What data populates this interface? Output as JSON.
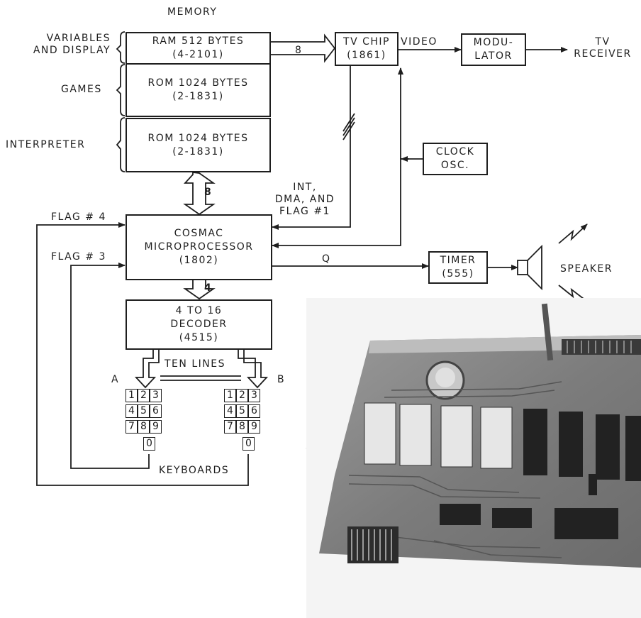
{
  "memory_header": "MEMORY",
  "memory_groups": {
    "variables": [
      "VARIABLES",
      "AND DISPLAY"
    ],
    "games": "GAMES",
    "interpreter": "INTERPRETER"
  },
  "blocks": {
    "ram": [
      "RAM 512 BYTES",
      "(4-2101)"
    ],
    "rom_games": [
      "ROM 1024 BYTES",
      "(2-1831)"
    ],
    "rom_interp": [
      "ROM 1024 BYTES",
      "(2-1831)"
    ],
    "tv_chip": [
      "TV CHIP",
      "(1861)"
    ],
    "modulator": [
      "MODU-",
      "LATOR"
    ],
    "clock": [
      "CLOCK",
      "OSC."
    ],
    "cpu": [
      "COSMAC",
      "MICROPROCESSOR",
      "(1802)"
    ],
    "timer": [
      "TIMER",
      "(555)"
    ],
    "decoder": [
      "4 TO 16",
      "DECODER",
      "(4515)"
    ]
  },
  "signals": {
    "bus_8_top": "8",
    "video": "VIDEO",
    "tv_receiver": [
      "TV",
      "RECEIVER"
    ],
    "int_dma": [
      "INT,",
      "DMA, AND",
      "FLAG #1"
    ],
    "bus_8_mem": "8",
    "flag4": "FLAG # 4",
    "flag3": "FLAG # 3",
    "q": "Q",
    "speaker": "SPEAKER",
    "bus_4": "4",
    "ten_lines": "TEN LINES",
    "kbd_a": "A",
    "kbd_b": "B",
    "keyboards": "KEYBOARDS"
  },
  "keypad_keys": [
    "1",
    "2",
    "3",
    "4",
    "5",
    "6",
    "7",
    "8",
    "9",
    "0"
  ]
}
